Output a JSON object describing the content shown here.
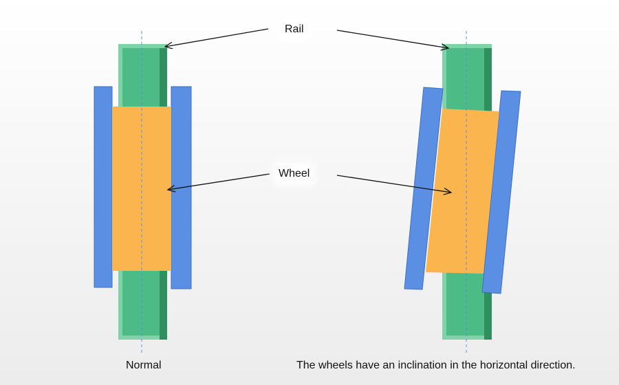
{
  "labels": {
    "rail": "Rail",
    "wheel": "Wheel"
  },
  "captions": {
    "normal": "Normal",
    "inclined": "The wheels have an inclination in the horizontal direction."
  },
  "colors": {
    "rail": "#4dbb85",
    "rail_dark": "#2f8f5e",
    "flange": "#5b8fe3",
    "wheel": "#fbb54f",
    "centerline": "#5b8fe3"
  }
}
